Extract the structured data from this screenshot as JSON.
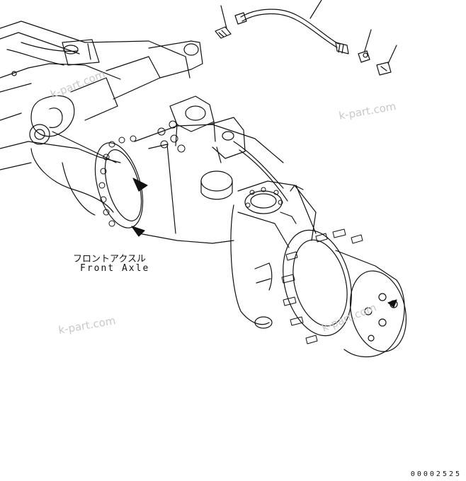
{
  "labels": {
    "part_name_jp": "フロントアクスル",
    "part_name_en": "Front Axle"
  },
  "watermark": "k-part.com",
  "document_number": "00002525",
  "colors": {
    "line": "#111111",
    "watermark": "#c8c8c8",
    "background": "#ffffff"
  }
}
